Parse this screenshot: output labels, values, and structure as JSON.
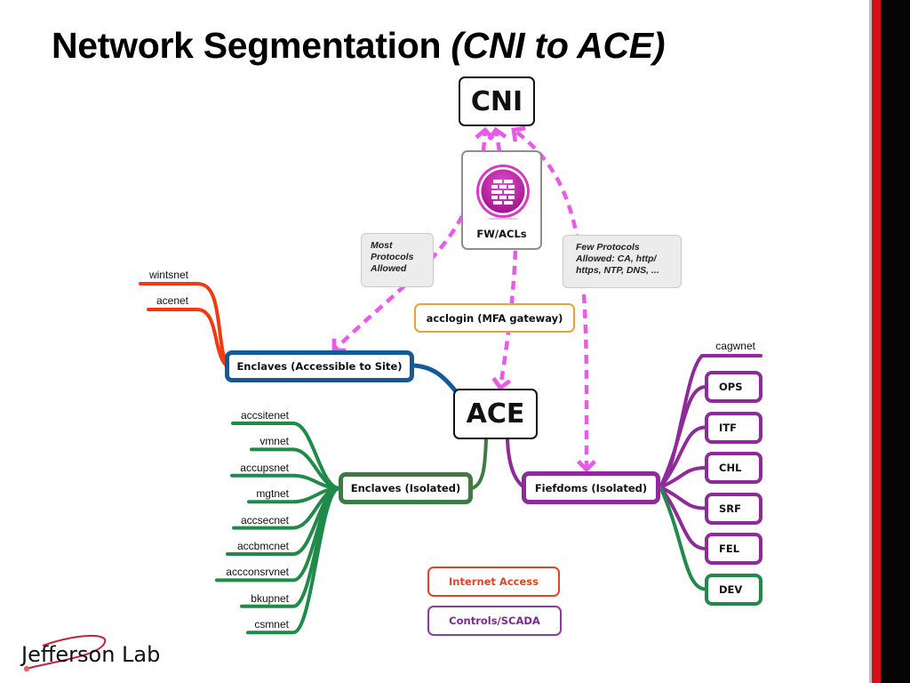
{
  "slide": {
    "title_main": "Network Segmentation ",
    "title_italic": "(CNI to ACE)"
  },
  "nodes": {
    "cni": "CNI",
    "firewall": "FW/ACLs",
    "ace": "ACE",
    "acclogin": "acclogin (MFA gateway)",
    "enclaves_site": "Enclaves (Accessible to Site)",
    "enclaves_isolated": "Enclaves (Isolated)",
    "fiefdoms": "Fiefdoms (Isolated)"
  },
  "notes": {
    "most_protocols": "Most\nProtocols\nAllowed",
    "few_protocols": "Few Protocols\nAllowed: CA, http/\nhttps, NTP, DNS, ..."
  },
  "enclaves_site_leaves": [
    "wintsnet",
    "acenet"
  ],
  "enclaves_isolated_leaves": [
    "accsitenet",
    "vmnet",
    "accupsnet",
    "mgtnet",
    "accsecnet",
    "accbmcnet",
    "accconsrvnet",
    "bkupnet",
    "csmnet"
  ],
  "fiefdoms_leaf_label": "cagwnet",
  "fiefdoms_boxes": [
    {
      "label": "OPS",
      "color": "purple"
    },
    {
      "label": "ITF",
      "color": "purple"
    },
    {
      "label": "CHL",
      "color": "purple"
    },
    {
      "label": "SRF",
      "color": "purple"
    },
    {
      "label": "FEL",
      "color": "purple"
    },
    {
      "label": "DEV",
      "color": "green"
    }
  ],
  "legend": [
    {
      "label": "Internet Access",
      "color": "#e0452b"
    },
    {
      "label": "Controls/SCADA",
      "color": "#8e3aa0"
    }
  ],
  "colors": {
    "dashed_arrow": "#e85be8",
    "site_blue": "#135a96",
    "enclave_green": "#3f7a45",
    "leaf_green": "#1f8a4a",
    "fiefdom_purple": "#8e2a9a",
    "internet_red": "#f03a10",
    "acclogin_orange": "#e9a23b",
    "accent_red": "#d01212"
  },
  "logo": {
    "text": "Jefferson Lab"
  }
}
